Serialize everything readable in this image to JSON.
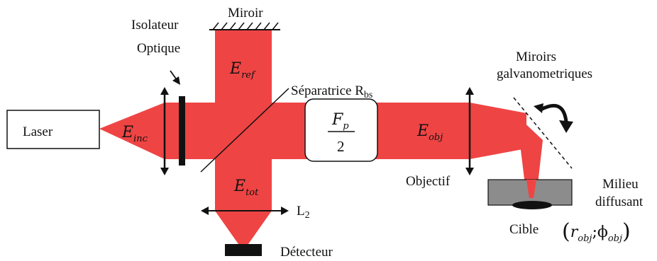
{
  "labels": {
    "miroir": "Miroir",
    "isolateur_line1": "Isolateur",
    "isolateur_line2": "Optique",
    "separatrice": "Séparatrice R",
    "separatrice_sub": "bs",
    "miroirs_line1": "Miroirs",
    "miroirs_line2": "galvanometriques",
    "laser": "Laser",
    "objectif": "Objectif",
    "milieu_line1": "Milieu",
    "milieu_line2": "diffusant",
    "l2_base": "L",
    "l2_sub": "2",
    "cible": "Cible",
    "detecteur": "Détecteur"
  },
  "fields": {
    "e_ref_base": "E",
    "e_ref_sub": "ref",
    "e_inc_base": "E",
    "e_inc_sub": "inc",
    "e_tot_base": "E",
    "e_tot_sub": "tot",
    "e_obj_base": "E",
    "e_obj_sub": "obj"
  },
  "fraction": {
    "numerator_base": "F",
    "numerator_sub": "p",
    "denominator": "2"
  },
  "coordinates": {
    "open": "(",
    "r": "r",
    "r_sub": "obj",
    "sep": ";",
    "phi": "ϕ",
    "phi_sub": "obj",
    "close": ")"
  },
  "colors": {
    "beam": "#ef4444",
    "medium": "#8c8c8c",
    "stroke": "#111111"
  }
}
